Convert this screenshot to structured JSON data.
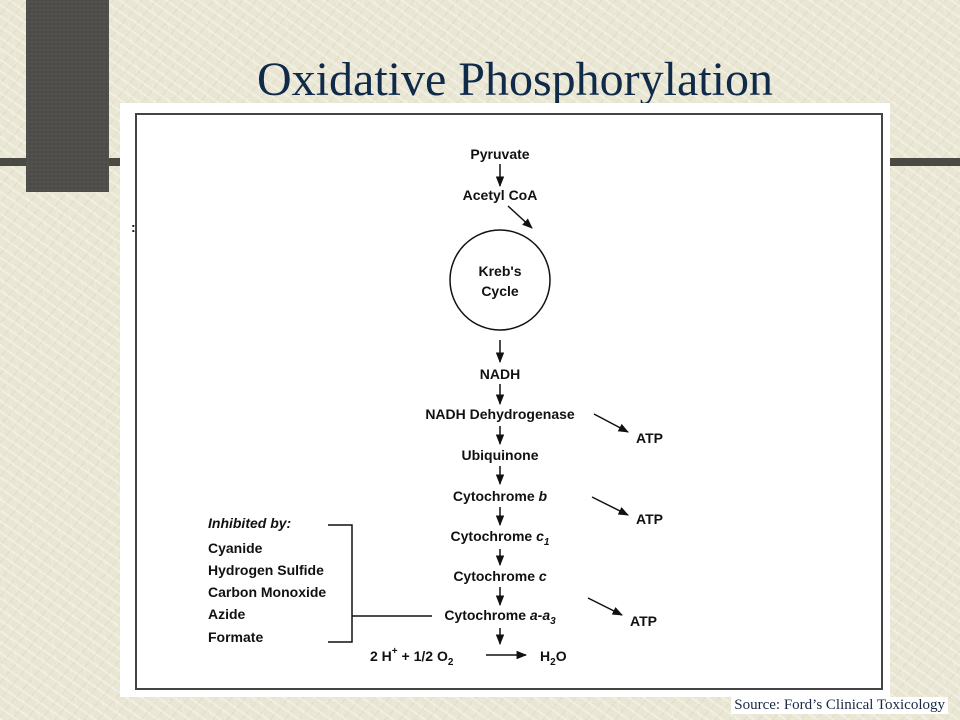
{
  "title": "Oxidative Phosphorylation",
  "source": "Source: Ford’s Clinical Toxicology",
  "pathway": {
    "pyruvate": "Pyruvate",
    "acetyl_coa": "Acetyl CoA",
    "krebs_line1": "Kreb's",
    "krebs_line2": "Cycle",
    "nadh": "NADH",
    "nadh_dehydrogenase": "NADH Dehydrogenase",
    "ubiquinone": "Ubiquinone",
    "cyt_b_text": "Cytochrome ",
    "cyt_b_italic": "b",
    "cyt_c1_text": "Cytochrome ",
    "cyt_c1_italic": "c",
    "cyt_c1_sub": "1",
    "cyt_c_text": "Cytochrome ",
    "cyt_c_italic": "c",
    "cyt_aa3_text": "Cytochrome ",
    "cyt_aa3_italic": "a-a",
    "cyt_aa3_sub": "3",
    "reaction_left": "2 H",
    "reaction_plus_sup": "+",
    "reaction_mid": " +  1/2 O",
    "reaction_o_sub": "2",
    "reaction_right": "H",
    "reaction_right_sub": "2",
    "reaction_right_end": "O"
  },
  "atp_labels": [
    "ATP",
    "ATP",
    "ATP"
  ],
  "inhibitors": {
    "heading": "Inhibited by:",
    "items": [
      "Cyanide",
      "Hydrogen Sulfide",
      "Carbon Monoxide",
      "Azide",
      "Formate"
    ]
  }
}
